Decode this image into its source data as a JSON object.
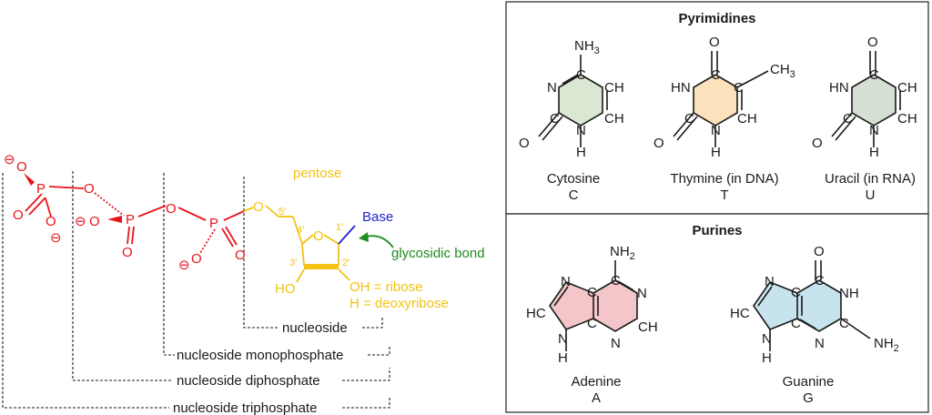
{
  "left": {
    "pentose": "pentose",
    "base": "Base",
    "glycosidic_bond": "glycosidic bond",
    "oh_ribose": "OH = ribose",
    "h_deoxyribose": "H = deoxyribose",
    "ho": "HO",
    "primes": {
      "p5": "5′",
      "p4": "4′",
      "p3": "3′",
      "p2": "2′",
      "p1": "1′"
    },
    "labels": {
      "nucleoside": "nucleoside",
      "monophosphate": "nucleoside monophosphate",
      "diphosphate": "nucleoside diphosphate",
      "triphosphate": "nucleoside triphosphate"
    },
    "atoms": {
      "P": "P",
      "O": "O",
      "minus": "⊖"
    }
  },
  "pyrimidines": {
    "title": "Pyrimidines",
    "cytosine": {
      "name": "Cytosine",
      "letter": "C"
    },
    "thymine": {
      "name": "Thymine (in DNA)",
      "letter": "T"
    },
    "uracil": {
      "name": "Uracil (in RNA)",
      "letter": "U"
    }
  },
  "purines": {
    "title": "Purines",
    "adenine": {
      "name": "Adenine",
      "letter": "A"
    },
    "guanine": {
      "name": "Guanine",
      "letter": "G"
    }
  },
  "atom_text": {
    "NH3": "NH3",
    "NH2": "NH2",
    "CH3": "CH3",
    "N": "N",
    "C": "C",
    "H": "H",
    "O": "O",
    "CH": "CH",
    "HN": "HN",
    "NH": "NH",
    "HC": "HC"
  },
  "colors": {
    "phosphate": "#e8141b",
    "sugar": "#f3c213",
    "base_label": "#1f1fd1",
    "glycosidic": "#1f8a1f",
    "cytosine_fill": "#d9e7d3",
    "thymine_fill": "#fbe2bd",
    "uracil_fill": "#d5dfd3",
    "adenine_fill": "#f4c5c9",
    "guanine_fill": "#c6e3ee"
  }
}
